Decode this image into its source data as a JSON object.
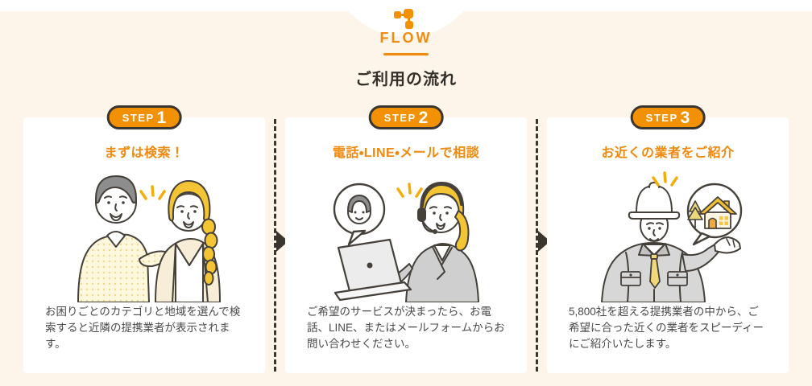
{
  "colors": {
    "accent_orange": "#f28c10",
    "badge_orange": "#f39104",
    "cream_background": "#fdf5e9",
    "card_background": "#ffffff",
    "outline_dark": "#3a352f",
    "heading_text": "#332f2a",
    "body_text": "#4a4a4a"
  },
  "header": {
    "icon": "flow-icon",
    "eyebrow": "FLOW",
    "title": "ご利用の流れ"
  },
  "steps": [
    {
      "badge_label": "STEP",
      "badge_number": "1",
      "title": "まずは検索！",
      "description": "お困りごとのカテゴリと地域を選んで検索すると近隣の提携業者が表示されます。",
      "illustration": "man-and-woman-searching-on-smartphone"
    },
    {
      "badge_label": "STEP",
      "badge_number": "2",
      "title": "電話・LINE・メールで相談",
      "description": "ご希望のサービスが決まったら、お電話、LINE、またはメールフォームからお問い合わせください。",
      "illustration": "support-operator-with-headset-and-laptop"
    },
    {
      "badge_label": "STEP",
      "badge_number": "3",
      "title": "お近くの業者をご紹介",
      "description": "5,800社を超える提携業者の中から、ご希望に合った近くの業者をスピーディーにご紹介いたします。",
      "illustration": "contractor-presenting-house-in-speech-bubble"
    }
  ]
}
